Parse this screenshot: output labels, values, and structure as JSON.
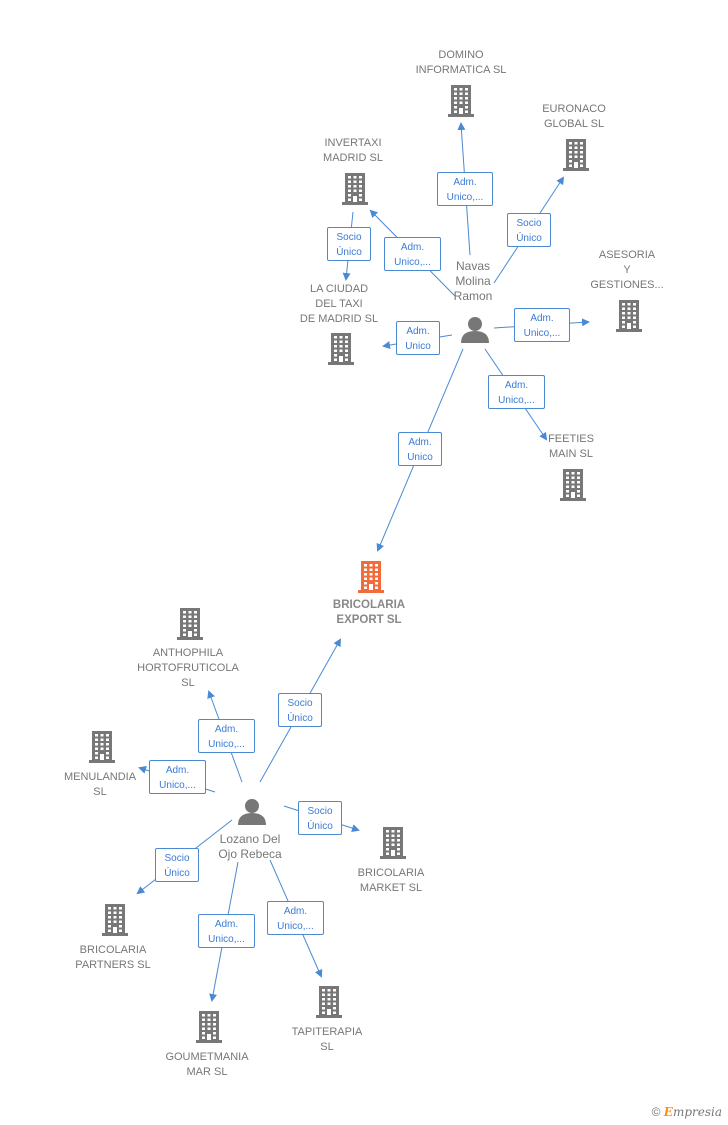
{
  "colors": {
    "edge": "#4a8ad4",
    "building": "#777777",
    "focal_building": "#f26b3a",
    "person": "#777777",
    "text": "#777777",
    "badge_text": "#3a7bd5"
  },
  "companies": [
    {
      "id": "domino",
      "label": "DOMINO\nINFORMATICA SL"
    },
    {
      "id": "euronaco",
      "label": "EURONACO\nGLOBAL  SL"
    },
    {
      "id": "invertaxi",
      "label": "INVERTAXI\nMADRID  SL"
    },
    {
      "id": "asesoria",
      "label": "ASESORIA\nY\nGESTIONES..."
    },
    {
      "id": "ciudad",
      "label": "LA CIUDAD\nDEL TAXI\nDE MADRID  SL"
    },
    {
      "id": "feeties",
      "label": "FEETIES\nMAIN  SL"
    },
    {
      "id": "bricolaria_export",
      "label": "BRICOLARIA\nEXPORT  SL",
      "focal": true
    },
    {
      "id": "anthophila",
      "label": "ANTHOPHILA\nHORTOFRUTICOLA\nSL"
    },
    {
      "id": "menulandia",
      "label": "MENULANDIA\nSL"
    },
    {
      "id": "bricolaria_market",
      "label": "BRICOLARIA\nMARKET  SL"
    },
    {
      "id": "bricolaria_partners",
      "label": "BRICOLARIA\nPARTNERS  SL"
    },
    {
      "id": "tapiterapia",
      "label": "TAPITERAPIA\nSL"
    },
    {
      "id": "goumetmania",
      "label": "GOUMETMANIA\nMAR  SL"
    }
  ],
  "persons": [
    {
      "id": "navas",
      "label": "Navas\nMolina\nRamon"
    },
    {
      "id": "lozano",
      "label": "Lozano Del\nOjo Rebeca"
    }
  ],
  "edges": [
    {
      "id": "navas-domino",
      "label": "Adm.\nUnico,..."
    },
    {
      "id": "navas-euronaco",
      "label": "Socio\nÚnico"
    },
    {
      "id": "navas-invertaxi",
      "label": "Adm.\nUnico,..."
    },
    {
      "id": "invertaxi-ciudad",
      "label": "Socio\nÚnico"
    },
    {
      "id": "navas-ciudad",
      "label": "Adm.\nUnico"
    },
    {
      "id": "navas-asesoria",
      "label": "Adm.\nUnico,..."
    },
    {
      "id": "navas-feeties",
      "label": "Adm.\nUnico,..."
    },
    {
      "id": "navas-export",
      "label": "Adm.\nUnico"
    },
    {
      "id": "lozano-export",
      "label": "Socio\nÚnico"
    },
    {
      "id": "lozano-anthophila",
      "label": "Adm.\nUnico,..."
    },
    {
      "id": "lozano-menulandia",
      "label": "Adm.\nUnico,..."
    },
    {
      "id": "lozano-market",
      "label": "Socio\nÚnico"
    },
    {
      "id": "lozano-partners",
      "label": "Socio\nÚnico"
    },
    {
      "id": "lozano-goumetmania",
      "label": "Adm.\nUnico,..."
    },
    {
      "id": "lozano-tapiterapia",
      "label": "Adm.\nUnico,..."
    }
  ],
  "brand": {
    "copyright": "©",
    "name_initial": "E",
    "name_rest": "mpresia"
  }
}
